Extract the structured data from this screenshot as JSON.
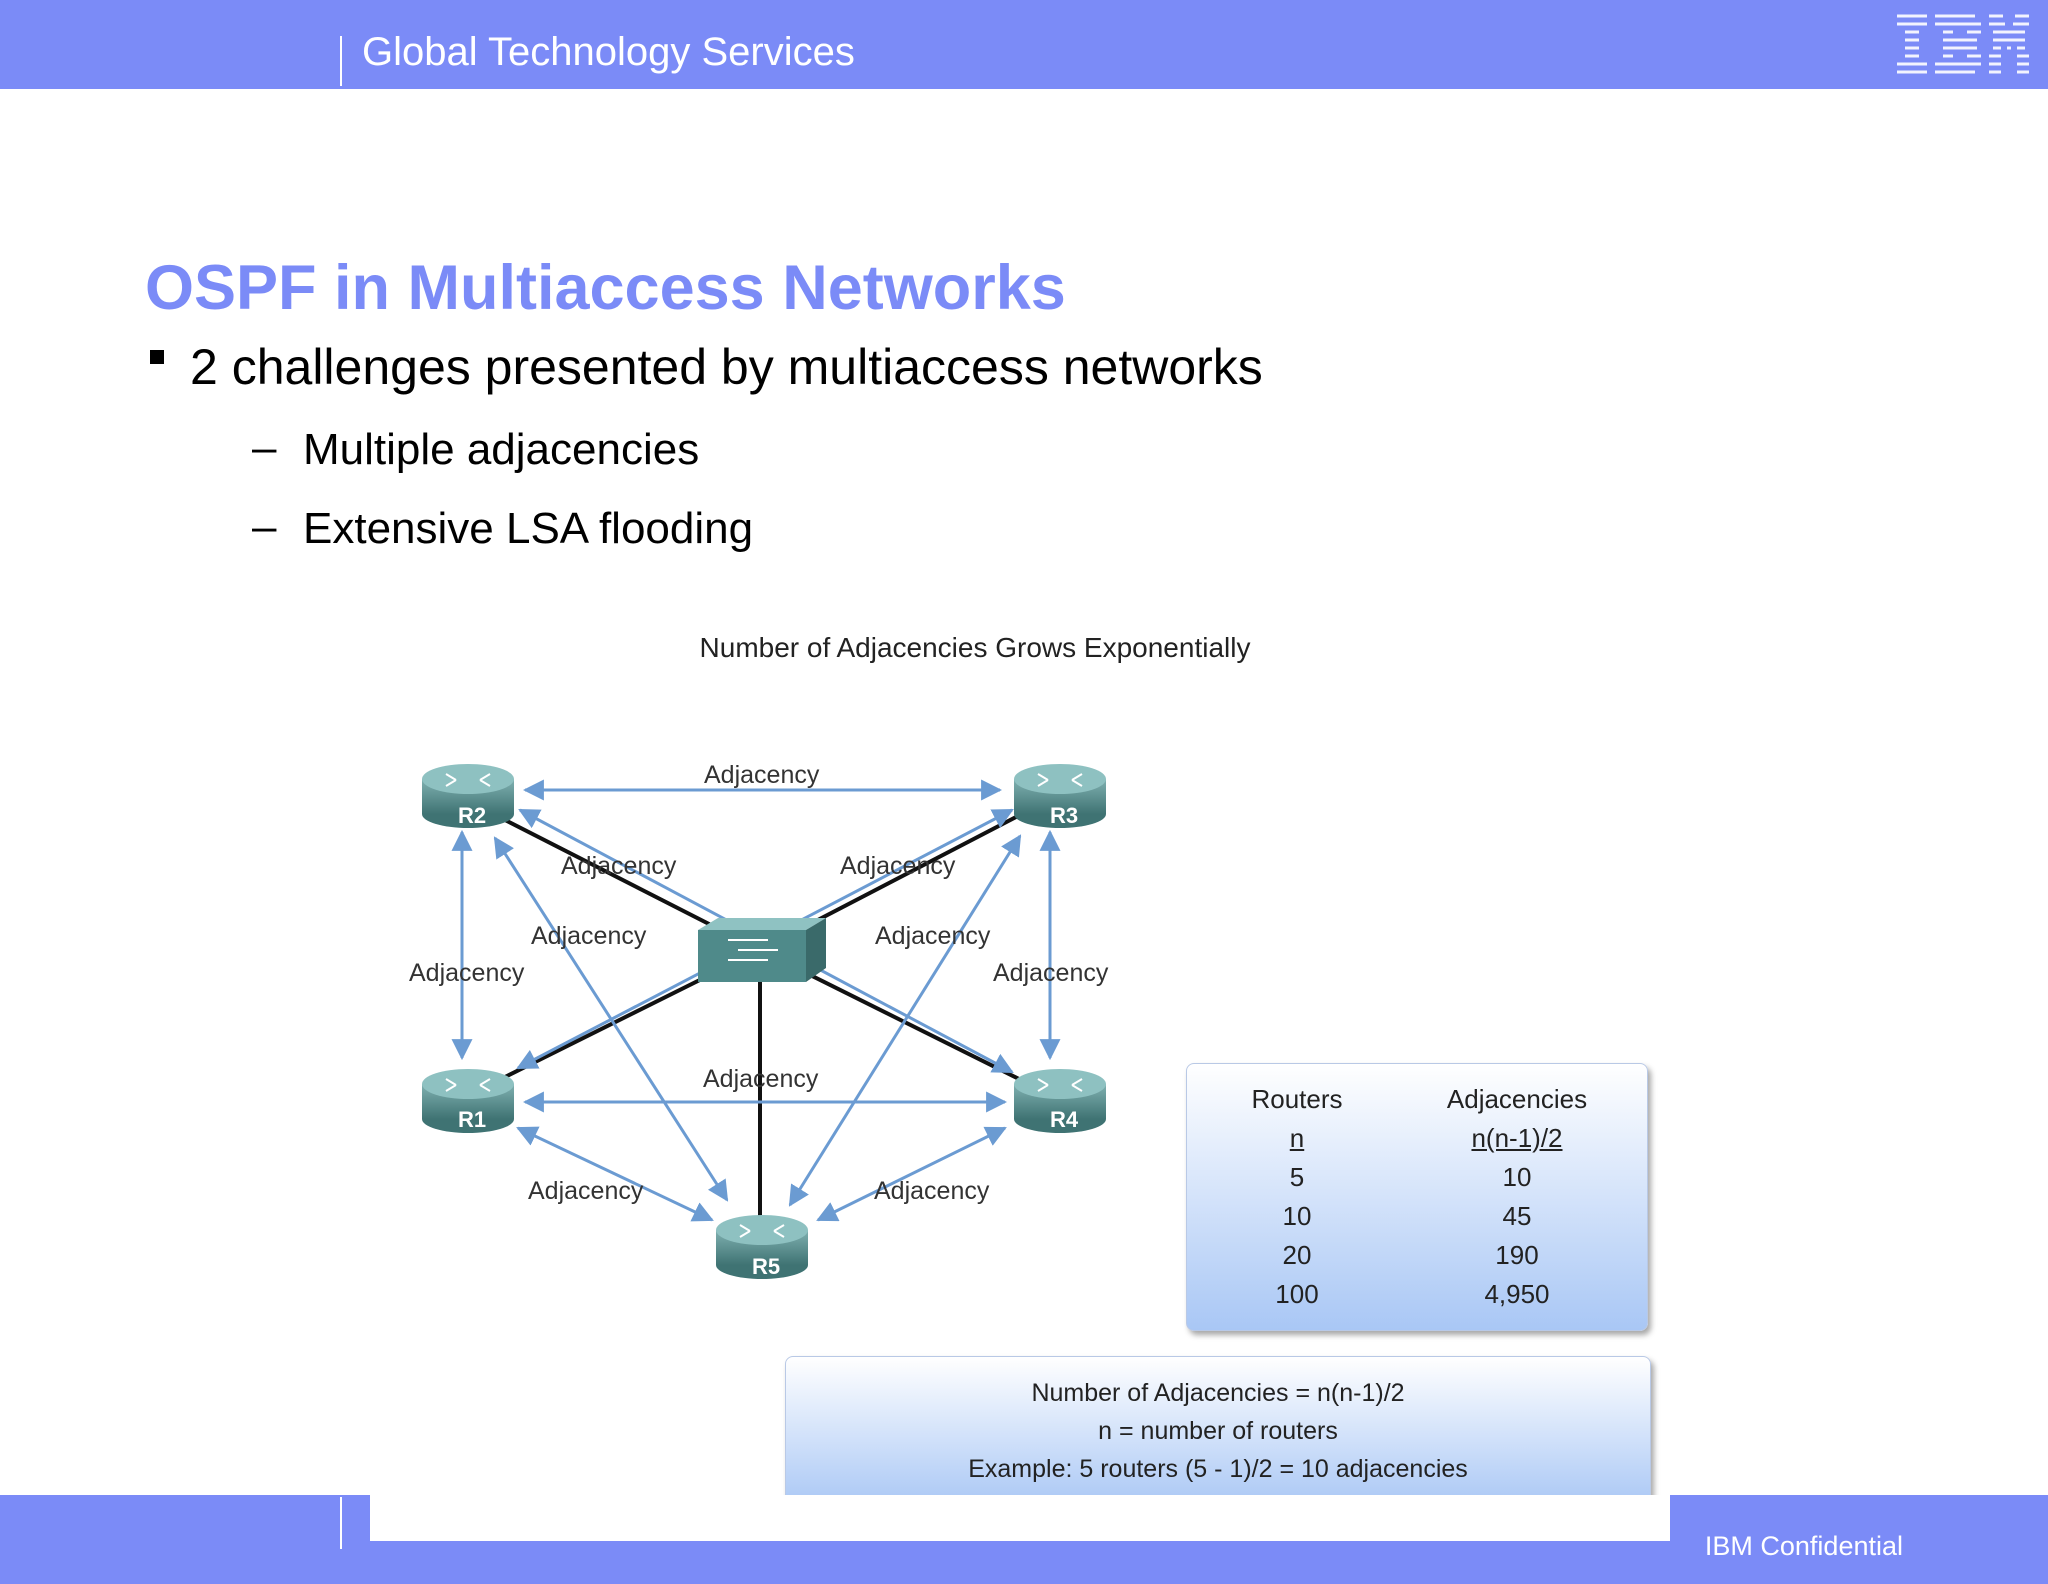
{
  "header": {
    "service": "Global Technology Services",
    "logo_text": "IBM"
  },
  "slide": {
    "title": "OSPF in Multiaccess Networks",
    "bullet": "2 challenges presented by multiaccess networks",
    "sub_bullets": [
      "Multiple adjacencies",
      "Extensive LSA flooding"
    ],
    "dash": "–"
  },
  "diagram": {
    "title": "Number of Adjacencies Grows Exponentially",
    "adjacency_label": "Adjacency",
    "routers": [
      "R1",
      "R2",
      "R3",
      "R4",
      "R5"
    ]
  },
  "table": {
    "col1_header": "Routers",
    "col1_formula": "n",
    "col2_header": "Adjacencies",
    "col2_formula": "n(n-1)/2",
    "rows": [
      [
        "5",
        "10"
      ],
      [
        "10",
        "45"
      ],
      [
        "20",
        "190"
      ],
      [
        "100",
        "4,950"
      ]
    ]
  },
  "formula": {
    "line1": "Number of Adjacencies = n(n-1)/2",
    "line2": "n = number of routers",
    "line3": "Example: 5 routers (5 - 1)/2 = 10 adjacencies"
  },
  "footer": {
    "confidential": "IBM Confidential"
  }
}
